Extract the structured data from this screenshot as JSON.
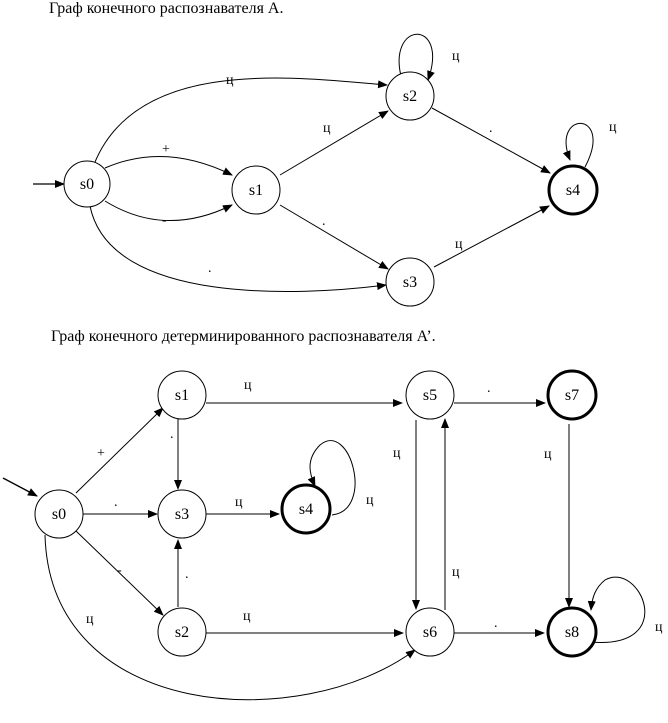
{
  "diagram1": {
    "title": "Граф конечного распознавателя A.",
    "states": [
      {
        "id": "s0",
        "label": "s0",
        "final": false,
        "initial": true
      },
      {
        "id": "s1",
        "label": "s1",
        "final": false
      },
      {
        "id": "s2",
        "label": "s2",
        "final": false
      },
      {
        "id": "s3",
        "label": "s3",
        "final": false
      },
      {
        "id": "s4",
        "label": "s4",
        "final": true
      }
    ],
    "transitions": [
      {
        "from": "s0",
        "to": "s1",
        "label": "+"
      },
      {
        "from": "s0",
        "to": "s1",
        "label": "-"
      },
      {
        "from": "s0",
        "to": "s2",
        "label": "ц"
      },
      {
        "from": "s0",
        "to": "s3",
        "label": "."
      },
      {
        "from": "s1",
        "to": "s2",
        "label": "ц"
      },
      {
        "from": "s1",
        "to": "s3",
        "label": "."
      },
      {
        "from": "s2",
        "to": "s2",
        "label": "ц"
      },
      {
        "from": "s2",
        "to": "s4",
        "label": "."
      },
      {
        "from": "s3",
        "to": "s4",
        "label": "ц"
      },
      {
        "from": "s4",
        "to": "s4",
        "label": "ц"
      }
    ]
  },
  "diagram2": {
    "title": "Граф конечного детерминированного распознавателя A’.",
    "states": [
      {
        "id": "s0",
        "label": "s0",
        "final": false,
        "initial": true
      },
      {
        "id": "s1",
        "label": "s1",
        "final": false
      },
      {
        "id": "s2",
        "label": "s2",
        "final": false
      },
      {
        "id": "s3",
        "label": "s3",
        "final": false
      },
      {
        "id": "s4",
        "label": "s4",
        "final": true
      },
      {
        "id": "s5",
        "label": "s5",
        "final": false
      },
      {
        "id": "s6",
        "label": "s6",
        "final": false
      },
      {
        "id": "s7",
        "label": "s7",
        "final": true
      },
      {
        "id": "s8",
        "label": "s8",
        "final": true
      }
    ],
    "transitions": [
      {
        "from": "s0",
        "to": "s1",
        "label": "+"
      },
      {
        "from": "s0",
        "to": "s3",
        "label": "."
      },
      {
        "from": "s0",
        "to": "s2",
        "label": "-"
      },
      {
        "from": "s0",
        "to": "s6",
        "label": "ц"
      },
      {
        "from": "s1",
        "to": "s3",
        "label": "."
      },
      {
        "from": "s1",
        "to": "s5",
        "label": "ц"
      },
      {
        "from": "s2",
        "to": "s3",
        "label": "."
      },
      {
        "from": "s2",
        "to": "s6",
        "label": "ц"
      },
      {
        "from": "s3",
        "to": "s4",
        "label": "ц"
      },
      {
        "from": "s4",
        "to": "s4",
        "label": "ц"
      },
      {
        "from": "s5",
        "to": "s6",
        "label": "ц"
      },
      {
        "from": "s6",
        "to": "s5",
        "label": "ц"
      },
      {
        "from": "s5",
        "to": "s7",
        "label": "."
      },
      {
        "from": "s6",
        "to": "s8",
        "label": "."
      },
      {
        "from": "s7",
        "to": "s8",
        "label": "ц"
      },
      {
        "from": "s8",
        "to": "s8",
        "label": "ц"
      }
    ]
  }
}
